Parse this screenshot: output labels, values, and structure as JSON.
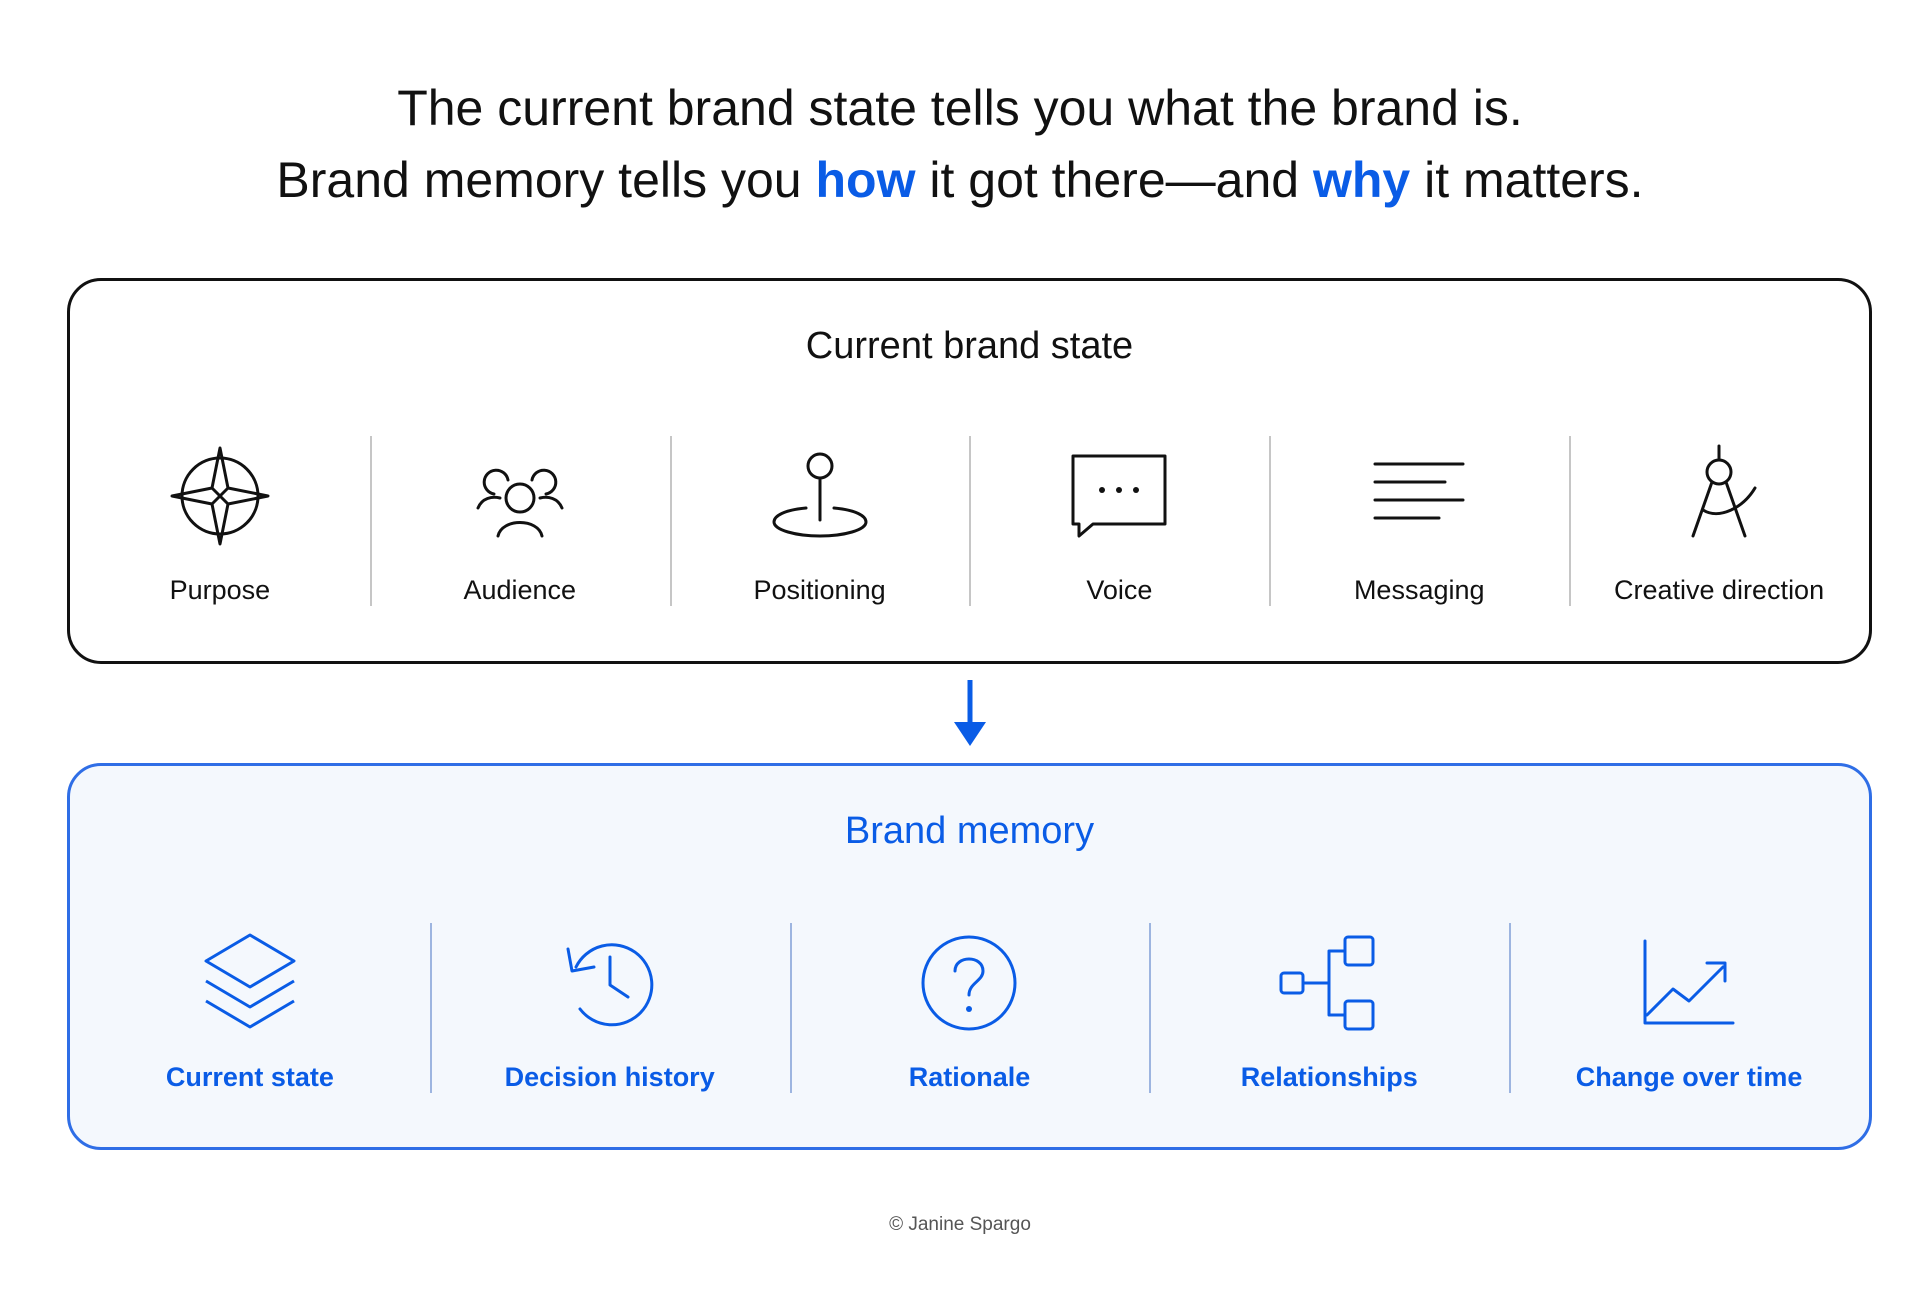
{
  "headline": {
    "line1": "The current brand state tells you what the brand is.",
    "line2_a": "Brand memory tells you ",
    "line2_how": "how",
    "line2_b": " it got there—and ",
    "line2_why": "why",
    "line2_c": " it matters."
  },
  "current_state": {
    "title": "Current brand state",
    "items": [
      {
        "label": "Purpose",
        "icon": "compass-icon"
      },
      {
        "label": "Audience",
        "icon": "people-icon"
      },
      {
        "label": "Positioning",
        "icon": "map-pin-icon"
      },
      {
        "label": "Voice",
        "icon": "speech-bubble-icon"
      },
      {
        "label": "Messaging",
        "icon": "text-lines-icon"
      },
      {
        "label": "Creative direction",
        "icon": "drawing-compass-icon"
      }
    ]
  },
  "arrow": {
    "icon": "arrow-down-icon"
  },
  "brand_memory": {
    "title": "Brand memory",
    "items": [
      {
        "label": "Current state",
        "icon": "layers-icon"
      },
      {
        "label": "Decision history",
        "icon": "history-icon"
      },
      {
        "label": "Rationale",
        "icon": "question-circle-icon"
      },
      {
        "label": "Relationships",
        "icon": "hierarchy-icon"
      },
      {
        "label": "Change over time",
        "icon": "trend-chart-icon"
      }
    ]
  },
  "credit": "© Janine Spargo",
  "colors": {
    "accent": "#0a5ce6",
    "text": "#111111",
    "memory_border": "#2f6ee6",
    "memory_background": "#f4f8fd",
    "divider": "#c6c6c6"
  }
}
